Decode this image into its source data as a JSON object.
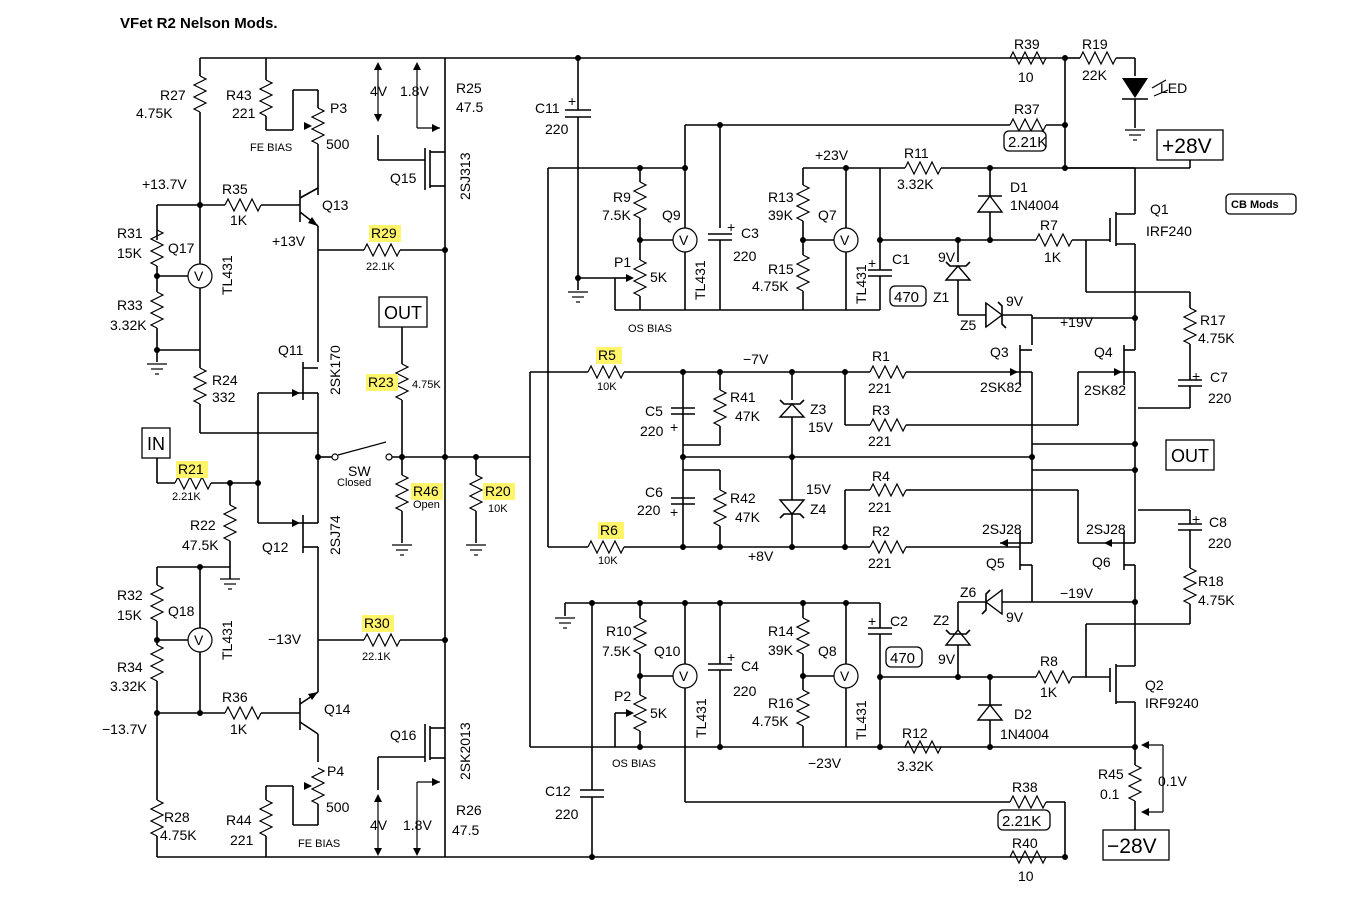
{
  "title": "VFet R2 Nelson Mods.",
  "cb_mods": "CB Mods",
  "ports": {
    "in": "IN",
    "out_left": "OUT",
    "out_right": "OUT",
    "pos_rail": "+28V",
    "neg_rail": "−28V"
  },
  "highlight_color": "#fff46a",
  "left": {
    "R27": [
      "R27",
      "4.75K"
    ],
    "R43": [
      "R43",
      "221"
    ],
    "P3": "P3",
    "fe_bias_top": "FE BIAS",
    "P3_val": "500",
    "R25": [
      "R25",
      "47.5"
    ],
    "Q15": "Q15",
    "Q15_part": "2SJ313",
    "v4_top": "4V",
    "v18_top": "1.8V",
    "v137_pos": "+13.7V",
    "R35": [
      "R35",
      "1K"
    ],
    "Q13": "Q13",
    "v13_pos": "+13V",
    "R31": [
      "R31",
      "15K"
    ],
    "Q17": "Q17",
    "TL431_a": "TL431",
    "R33": [
      "R33",
      "3.32K"
    ],
    "R29": "R29",
    "R29_val": "22.1K",
    "R24": [
      "R24",
      "332"
    ],
    "Q11": "Q11",
    "Q11_part": "2SK170",
    "R23": "R23",
    "R23_val": "4.75K",
    "SW": "SW",
    "SW_state": "Closed",
    "R46": "R46",
    "R46_state": "Open",
    "R20": "R20",
    "R20_val": "10K",
    "R21": "R21",
    "R21_val": "2.21K",
    "R22": [
      "R22",
      "47.5K"
    ],
    "Q12": "Q12",
    "Q12_part": "2SJ74",
    "R32": [
      "R32",
      "15K"
    ],
    "Q18": "Q18",
    "TL431_b": "TL431",
    "R34": [
      "R34",
      "3.32K"
    ],
    "v13_neg": "−13V",
    "R30": "R30",
    "R30_val": "22.1K",
    "v137_neg": "−13.7V",
    "R36": [
      "R36",
      "1K"
    ],
    "Q14": "Q14",
    "Q16": "Q16",
    "Q16_part": "2SK2013",
    "P4": "P4",
    "P4_val": "500",
    "R28": [
      "R28",
      "4.75K"
    ],
    "R44": [
      "R44",
      "221"
    ],
    "fe_bias_bot": "FE BIAS",
    "v4_bot": "4V",
    "v18_bot": "1.8V",
    "R26": [
      "R26",
      "47.5"
    ]
  },
  "right": {
    "R39": [
      "R39",
      "10"
    ],
    "R19": [
      "R19",
      "22K"
    ],
    "LED": "LED",
    "R37": "R37",
    "R37_val": "2.21K",
    "C11": [
      "C11",
      "220"
    ],
    "R9": [
      "R9",
      "7.5K"
    ],
    "Q9": "Q9",
    "C3": [
      "C3",
      "220"
    ],
    "P1": [
      "P1",
      "5K"
    ],
    "TL431_c": "TL431",
    "os_bias_top": "OS BIAS",
    "v23_pos": "+23V",
    "R11": [
      "R11",
      "3.32K"
    ],
    "R13": [
      "R13",
      "39K"
    ],
    "Q7": "Q7",
    "R15": [
      "R15",
      "4.75K"
    ],
    "TL431_d": "TL431",
    "C1": "C1",
    "C1_val": "470",
    "D1": [
      "D1",
      "1N4004"
    ],
    "R7": [
      "R7",
      "1K"
    ],
    "Q1": [
      "Q1",
      "IRF240"
    ],
    "Z1": [
      "Z1",
      "9V"
    ],
    "Z5": [
      "Z5",
      "9V"
    ],
    "v19_pos": "+19V",
    "R17": [
      "R17",
      "4.75K"
    ],
    "Q3": "Q3",
    "Q3_part": "2SK82",
    "Q4": "Q4",
    "Q4_part": "2SK82",
    "C7": [
      "C7",
      "220"
    ],
    "R5": "R5",
    "R5_val": "10K",
    "v7_neg": "−7V",
    "R41": [
      "R41",
      "47K"
    ],
    "Z3": [
      "Z3",
      "15V"
    ],
    "R1": [
      "R1",
      "221"
    ],
    "R3": [
      "R3",
      "221"
    ],
    "C5": [
      "C5",
      "220"
    ],
    "C6": [
      "C6",
      "220"
    ],
    "R42": [
      "R42",
      "47K"
    ],
    "Z4": [
      "Z4",
      "15V"
    ],
    "R4": [
      "R4",
      "221"
    ],
    "R2": [
      "R2",
      "221"
    ],
    "R6": "R6",
    "R6_val": "10K",
    "v8_pos": "+8V",
    "Q5": "Q5",
    "Q5_part": "2SJ28",
    "Q6": "Q6",
    "Q6_part": "2SJ28",
    "C8": [
      "C8",
      "220"
    ],
    "R18": [
      "R18",
      "4.75K"
    ],
    "Z6": [
      "Z6",
      "9V"
    ],
    "Z2": [
      "Z2",
      "9V"
    ],
    "v19_neg": "−19V",
    "R10": [
      "R10",
      "7.5K"
    ],
    "Q10": "Q10",
    "C4": [
      "C4",
      "220"
    ],
    "P2": [
      "P2",
      "5K"
    ],
    "TL431_e": "TL431",
    "os_bias_bot": "OS BIAS",
    "R14": [
      "R14",
      "39K"
    ],
    "Q8": "Q8",
    "R16": [
      "R16",
      "4.75K"
    ],
    "TL431_f": "TL431",
    "C2": "C2",
    "C2_val": "470",
    "R8": [
      "R8",
      "1K"
    ],
    "Q2": [
      "Q2",
      "IRF9240"
    ],
    "D2": [
      "D2",
      "1N4004"
    ],
    "v23_neg": "−23V",
    "R12": [
      "R12",
      "3.32K"
    ],
    "C12": [
      "C12",
      "220"
    ],
    "R38": "R38",
    "R38_val": "2.21K",
    "R45": [
      "R45",
      "0.1"
    ],
    "v01": "0.1V",
    "R40": [
      "R40",
      "10"
    ]
  }
}
